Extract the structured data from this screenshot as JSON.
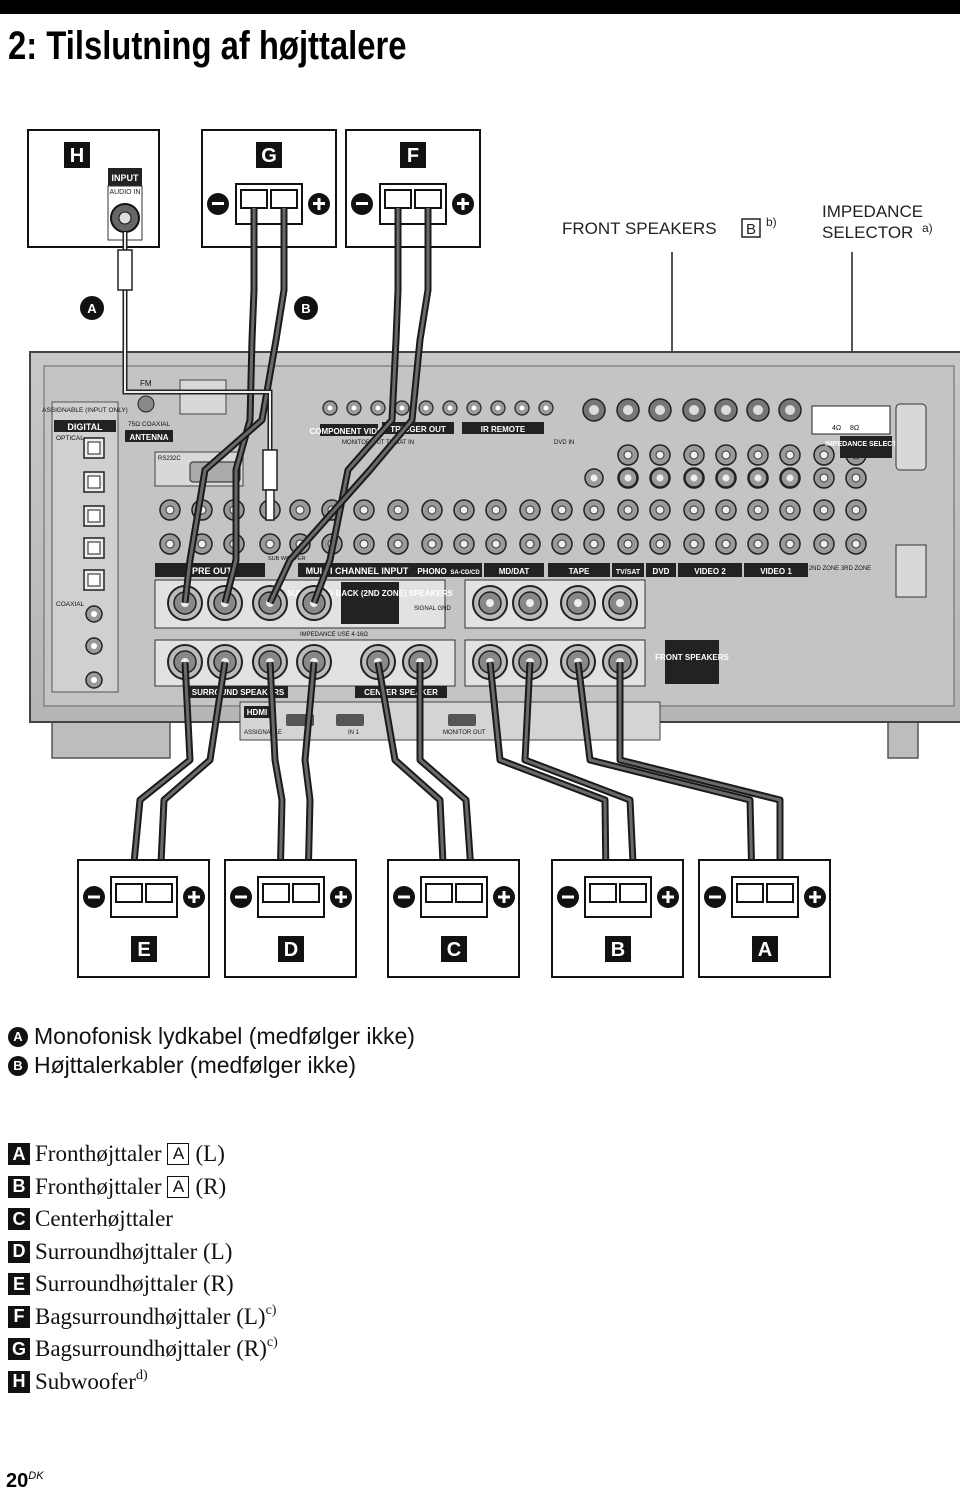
{
  "title": "2: Tilslutning af højttalere",
  "callouts": {
    "front_speakers": "FRONT SPEAKERS",
    "front_speakers_box": "B",
    "front_speakers_note": "b)",
    "impedance_line1": "IMPEDANCE",
    "impedance_line2": "SELECTOR",
    "impedance_note": "a)"
  },
  "speaker_boxes_top": [
    {
      "letter": "H",
      "type": "subwoofer-input",
      "input_label": "INPUT",
      "audio_in": "AUDIO IN"
    },
    {
      "letter": "G",
      "type": "speaker"
    },
    {
      "letter": "F",
      "type": "speaker"
    }
  ],
  "speaker_boxes_bottom": [
    "E",
    "D",
    "C",
    "B",
    "A"
  ],
  "cable_markers": [
    "A",
    "B"
  ],
  "receiver_labels": {
    "digital": "DIGITAL",
    "assignable": "ASSIGNABLE (INPUT ONLY)",
    "optical": "OPTICAL",
    "coaxial": "COAXIAL",
    "antenna": "ANTENNA",
    "antenna_coax": "75Ω COAXIAL",
    "fm": "FM",
    "rs232c": "RS232C",
    "component_video": "COMPONENT VIDEO",
    "trigger_out": "TRIGGER OUT",
    "ir_remote": "IR REMOTE",
    "monitor_out": "MONITOR OUT",
    "tv_sat_in": "TV/SAT IN",
    "dvd_in": "DVD IN",
    "multi_channel_input": "MULTI CHANNEL INPUT",
    "phono": "PHONO",
    "sa_cd": "SA-CD/CD",
    "md_dat": "MD/DAT",
    "tape": "TAPE",
    "tv_sat": "TV/SAT",
    "dvd": "DVD",
    "video2": "VIDEO 2",
    "video1": "VIDEO 1",
    "zone2": "2ND ZONE",
    "zone3": "3RD ZONE",
    "preout": "PRE OUT",
    "sub_woofer": "SUB WOOFER",
    "surround_back": "SURROUND BACK (2ND ZONE) SPEAKERS",
    "impedance_use": "IMPEDANCE USE 4-16Ω",
    "signal_gnd": "SIGNAL GND",
    "surround_speakers": "SURROUND SPEAKERS",
    "center_speaker": "CENTER SPEAKER",
    "front_speakers": "FRONT SPEAKERS",
    "impedance_selector": "IMPEDANCE SELECTOR",
    "ohm4": "4Ω",
    "ohm8": "8Ω",
    "hdmi": "HDMI",
    "assignable_short": "ASSIGNABLE",
    "in1": "IN 1",
    "hdmi_monitor_out": "MONITOR OUT"
  },
  "cable_legend": [
    {
      "marker": "A",
      "text": "Monofonisk lydkabel (medfølger ikke)"
    },
    {
      "marker": "B",
      "text": "Højttalerkabler (medfølger ikke)"
    }
  ],
  "speaker_legend": [
    {
      "letter": "A",
      "text": "Fronthøjttaler",
      "box": "A",
      "suffix": "(L)",
      "note": ""
    },
    {
      "letter": "B",
      "text": "Fronthøjttaler",
      "box": "A",
      "suffix": "(R)",
      "note": ""
    },
    {
      "letter": "C",
      "text": "Centerhøjttaler",
      "box": "",
      "suffix": "",
      "note": ""
    },
    {
      "letter": "D",
      "text": "Surroundhøjttaler (L)",
      "box": "",
      "suffix": "",
      "note": ""
    },
    {
      "letter": "E",
      "text": "Surroundhøjttaler (R)",
      "box": "",
      "suffix": "",
      "note": ""
    },
    {
      "letter": "F",
      "text": "Bagsurroundhøjttaler (L)",
      "box": "",
      "suffix": "",
      "note": "c)"
    },
    {
      "letter": "G",
      "text": "Bagsurroundhøjttaler (R)",
      "box": "",
      "suffix": "",
      "note": "c)"
    },
    {
      "letter": "H",
      "text": "Subwoofer",
      "box": "",
      "suffix": "",
      "note": "d)"
    }
  ],
  "page_number": "20",
  "page_suffix": "DK"
}
